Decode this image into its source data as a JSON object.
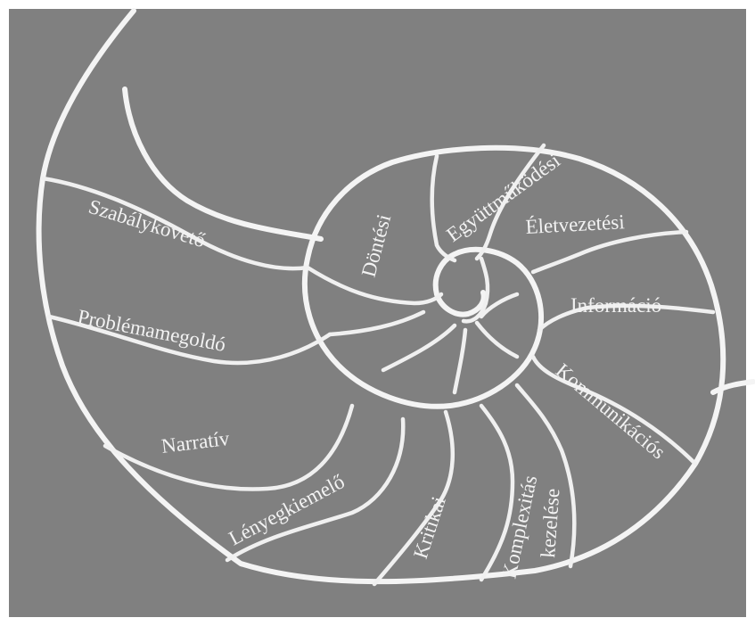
{
  "diagram": {
    "colors": {
      "background": "#808080",
      "lines": "#f4f4f4",
      "text": "#f2f2f2"
    },
    "labels": {
      "szabalykoveto": "Szabálykövető",
      "problemamegoldo": "Problémamegoldó",
      "narrativ": "Narratív",
      "lenyegkiemelo": "Lényegkiemelő",
      "kritikai": "Kritikai",
      "komplexitas": "Komplexitás",
      "kezelese": "kezelése",
      "kommunikacios": "Kommunikációs",
      "informacio": "Információ",
      "eletvezetesi": "Életvezetési",
      "egyuttmukodesi": "Együttműködési",
      "dontesi": "Döntési"
    }
  }
}
